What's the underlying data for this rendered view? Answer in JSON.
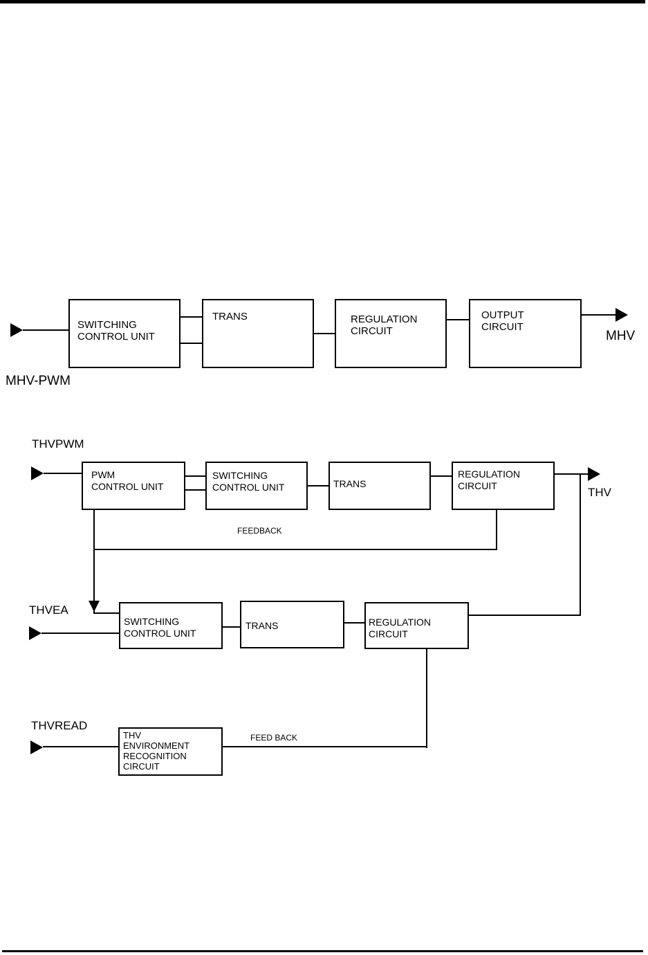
{
  "page": {
    "background": "#ffffff",
    "ink": "#000000"
  },
  "mhv_diagram": {
    "input_label": "MHV-PWM",
    "output_label": "MHV",
    "boxes": {
      "switching": {
        "line1": "SWITCHING",
        "line2": "CONTROL UNIT"
      },
      "trans": {
        "line1": "TRANS"
      },
      "regulation": {
        "line1": "REGULATION",
        "line2": "CIRCUIT"
      },
      "output": {
        "line1": "OUTPUT",
        "line2": "CIRCUIT"
      }
    }
  },
  "thv_diagram": {
    "pwm_row": {
      "input_label": "THVPWM",
      "output_label": "THV",
      "feedback_label": "FEEDBACK",
      "boxes": {
        "pwm": {
          "line1": "PWM",
          "line2": "CONTROL UNIT"
        },
        "switching": {
          "line1": "SWITCHING",
          "line2": "CONTROL UNIT"
        },
        "trans": {
          "line1": "TRANS"
        },
        "regulation": {
          "line1": "REGULATION",
          "line2": "CIRCUIT"
        }
      }
    },
    "ea_row": {
      "input_label": "THVEA",
      "boxes": {
        "switching": {
          "line1": "SWITCHING",
          "line2": "CONTROL UNIT"
        },
        "trans": {
          "line1": "TRANS"
        },
        "regulation": {
          "line1": "REGULATION",
          "line2": "CIRCUIT"
        }
      }
    },
    "read_row": {
      "input_label": "THVREAD",
      "feedback_label": "FEED BACK",
      "box": {
        "line1": "THV",
        "line2": "ENVIRONMENT",
        "line3": "RECOGNITION",
        "line4": "CIRCUIT"
      }
    }
  }
}
